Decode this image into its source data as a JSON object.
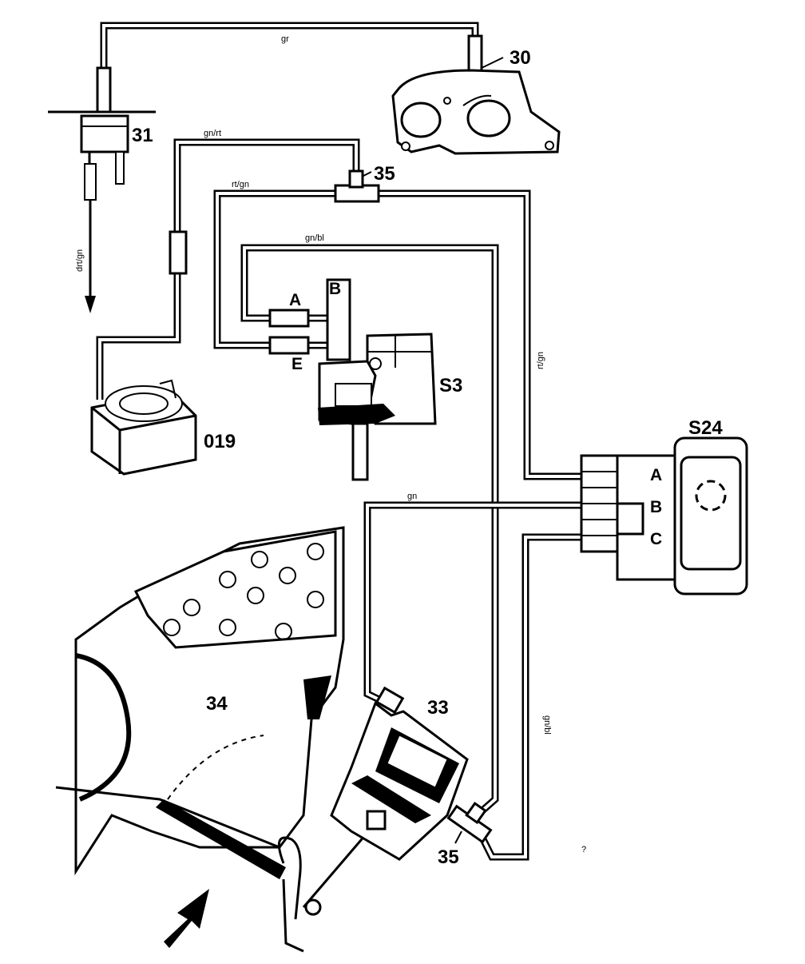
{
  "diagram": {
    "parts": {
      "p30": "30",
      "p31": "31",
      "p35_top": "35",
      "p35_bottom": "35",
      "p019": "019",
      "p33_valve": "S3",
      "p24_switch": "S24",
      "p34": "34",
      "p33_unit": "33"
    },
    "ports": {
      "valve_a": "A",
      "valve_b": "B",
      "valve_e": "E",
      "switch_a": "A",
      "switch_b": "B",
      "switch_c": "C"
    },
    "hoses": {
      "gr": "gr",
      "gn_rt": "gn/rt",
      "rt_gn_top": "rt/gn",
      "gn_bl_top": "gn/bl",
      "rt_gn_right": "rt/gn",
      "gn_mid": "gn",
      "gn_bl_right": "gn/bl",
      "drt_gn": "drt/gn"
    },
    "stray_mark": "?"
  }
}
